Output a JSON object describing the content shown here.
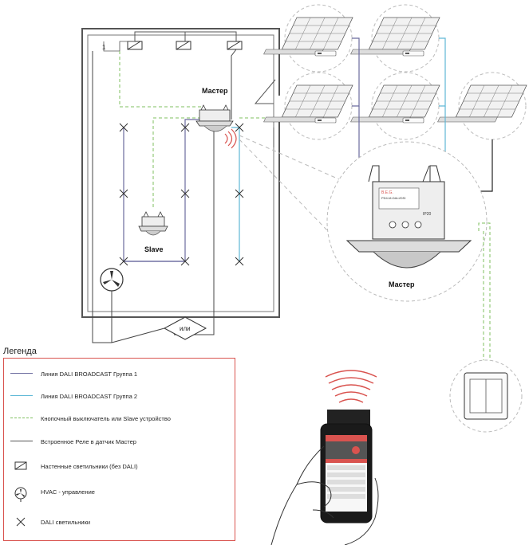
{
  "labels": {
    "master_small": "Мастер",
    "slave": "Slave",
    "or": "или",
    "master_zoom": "Мастер",
    "wall_one": "1"
  },
  "legend": {
    "title": "Легенда",
    "items": [
      {
        "text": "Линия DALI  BROADCAST Группа 1",
        "symbol": "line-group1",
        "color": "#6b6b9e"
      },
      {
        "text": "Линия DALI  BROADCAST Группа 2",
        "symbol": "line-group2",
        "color": "#5fb8d6"
      },
      {
        "text": "Кнопочный выключатель или Slave устройство",
        "symbol": "dashed-green",
        "color": "#7fbf5f"
      },
      {
        "text": "Встроенное Реле в датчик Мастер",
        "symbol": "line-relay",
        "color": "#555555"
      },
      {
        "text": "Настенные светильники (без DALI)",
        "symbol": "wall-lamp-icon",
        "color": "#333333"
      },
      {
        "text": "HVAC - управление",
        "symbol": "hvac-icon",
        "color": "#333333"
      },
      {
        "text": "DALI светильники",
        "symbol": "dali-cross-icon",
        "color": "#333333"
      }
    ]
  },
  "colors": {
    "group1": "#6b6b9e",
    "group2": "#5fb8d6",
    "dashed": "#7fbf5f",
    "relay": "#444444",
    "wall": "#555555",
    "legend_border": "#d9534f",
    "signal": "#d9534f"
  },
  "sensor_text": {
    "brand": "B.E.G.",
    "model": "PD4-M-DALI/DSI",
    "ip": "IP20"
  }
}
